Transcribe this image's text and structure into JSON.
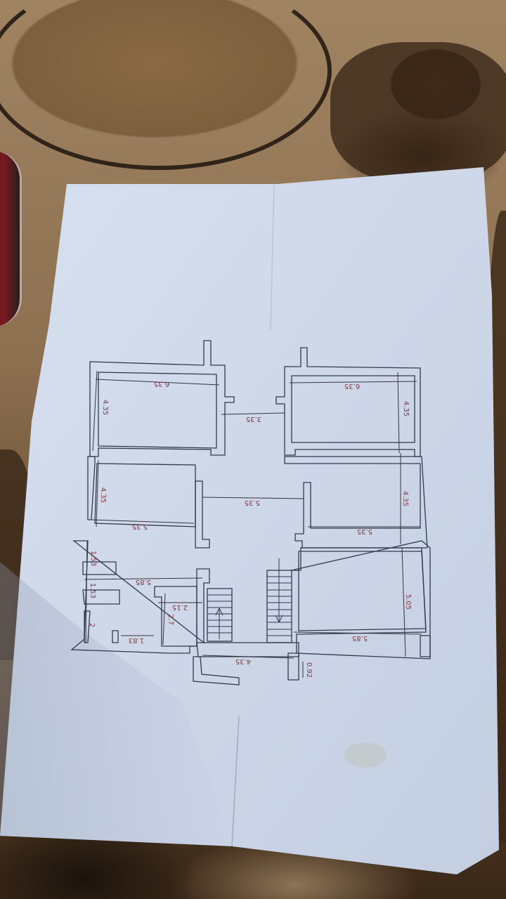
{
  "scene": {
    "description": "Photo of a printed architectural floor plan lying on a patterned carpet",
    "background": "carpet",
    "paper_color": "#cfd9ea",
    "wall_color": "#2f3a4d",
    "dimension_color": "#7a3a44"
  },
  "floor_plan": {
    "rooms": [
      {
        "name": "top-left-room",
        "width_label": "6.35",
        "height_label": "4.35"
      },
      {
        "name": "top-right-room",
        "width_label": "6.35",
        "height_label": "4.35"
      },
      {
        "name": "middle-left-room",
        "width_label": "5.35",
        "height_label": "4.35"
      },
      {
        "name": "middle-right-room",
        "width_label": "5.35",
        "height_label": "4.35"
      },
      {
        "name": "bottom-right-room",
        "width_label": "5.85",
        "height_label": "5.05"
      },
      {
        "name": "bathroom-block",
        "width_label": "5.85",
        "heights": [
          "1.53",
          "1.53",
          "2"
        ]
      },
      {
        "name": "small-room",
        "width_label": "2.15",
        "height_label": "2.7"
      },
      {
        "name": "closet",
        "width_label": "1.83"
      }
    ],
    "dimensions": {
      "top_left_width": "6.35",
      "top_left_height": "4.35",
      "top_right_width": "6.35",
      "top_right_height": "4.35",
      "top_gap": "3.35",
      "mid_left_width": "5.35",
      "mid_left_height": "4.35",
      "hall_width": "5.35",
      "mid_right_width": "5.35",
      "mid_right_height": "4.35",
      "bath_width": "5.85",
      "bath_h1": "1.53",
      "bath_h2": "1.53",
      "bath_h3": "2",
      "closet_width": "1.83",
      "small_width": "2.15",
      "small_height": "2.7",
      "entry_width": "4.35",
      "entry_depth": "0.92",
      "bottom_right_width": "5.85",
      "bottom_right_height": "5.05"
    },
    "stairs": [
      {
        "name": "left-stair",
        "direction": "up",
        "steps": 8
      },
      {
        "name": "right-stair",
        "direction": "down",
        "steps": 11
      }
    ]
  }
}
